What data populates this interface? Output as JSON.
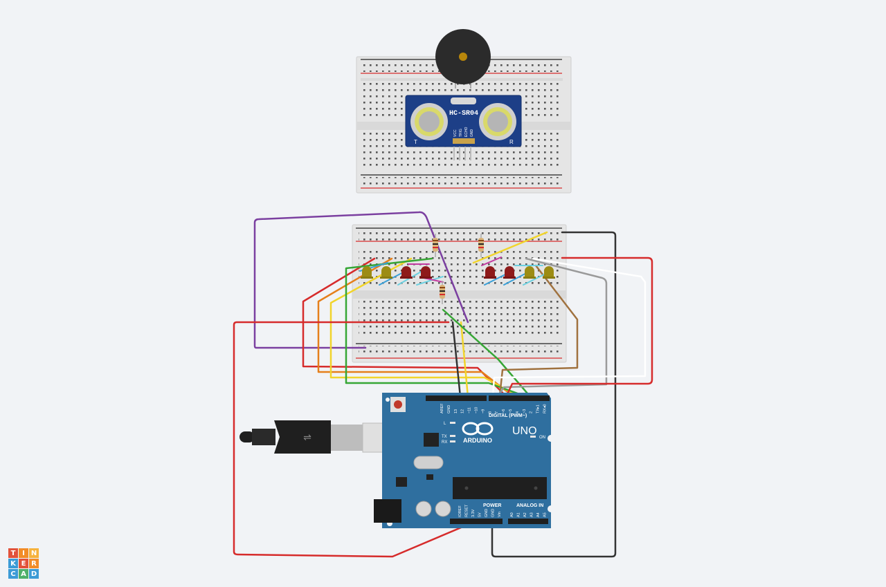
{
  "app": {
    "name": "Tinkercad",
    "logo_letters": [
      "T",
      "I",
      "N",
      "K",
      "E",
      "R",
      "C",
      "A",
      "D"
    ]
  },
  "sensor": {
    "model": "HC-SR04",
    "pins": [
      "VCC",
      "TRIG",
      "ECHO",
      "GND"
    ],
    "left_mark": "T",
    "right_mark": "R"
  },
  "arduino": {
    "brand": "ARDUINO",
    "model": "UNO",
    "digital_label": "DIGITAL (PWM~)",
    "digital_pins": [
      "AREF",
      "GND",
      "13",
      "12",
      "~11",
      "~10",
      "~9",
      "8",
      "7",
      "~6",
      "~5",
      "4",
      "~3",
      "2",
      "TX▸1",
      "RX◂0"
    ],
    "power_label": "POWER",
    "power_pins": [
      "IOREF",
      "RESET",
      "3.3V",
      "5V",
      "GND",
      "GND",
      "Vin"
    ],
    "analog_label": "ANALOG IN",
    "analog_pins": [
      "A0",
      "A1",
      "A2",
      "A3",
      "A4",
      "A5"
    ],
    "on_label": "ON",
    "l_label": "L",
    "tx_label": "TX",
    "rx_label": "RX"
  },
  "colors": {
    "background": "#f1f3f6",
    "board": "#2f6f9f",
    "wire_red": "#d62b2b",
    "wire_purple": "#7b3fa0",
    "wire_black": "#333333"
  }
}
